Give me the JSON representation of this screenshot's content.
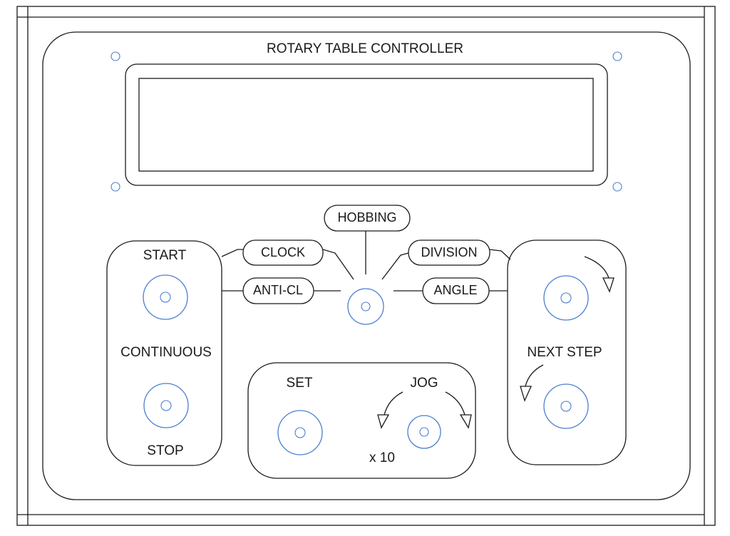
{
  "title": "ROTARY TABLE CONTROLLER",
  "colors": {
    "line": "#1a1a1a",
    "knob": "#4a7fd0",
    "background": "#ffffff"
  },
  "icons": {
    "mount_hole": "circle-outline",
    "knob": "concentric-circle",
    "direction_arrow": "curved-arrow"
  },
  "mode_selector": {
    "labels": {
      "hobbing": "HOBBING",
      "clock": "CLOCK",
      "anti_cl": "ANTI-CL",
      "division": "DIVISION",
      "angle": "ANGLE"
    }
  },
  "left_panel": {
    "start": "START",
    "continuous": "CONTINUOUS",
    "stop": "STOP"
  },
  "bottom_panel": {
    "set": "SET",
    "jog": "JOG",
    "x10": "x 10"
  },
  "right_panel": {
    "next_step": "NEXT STEP"
  }
}
